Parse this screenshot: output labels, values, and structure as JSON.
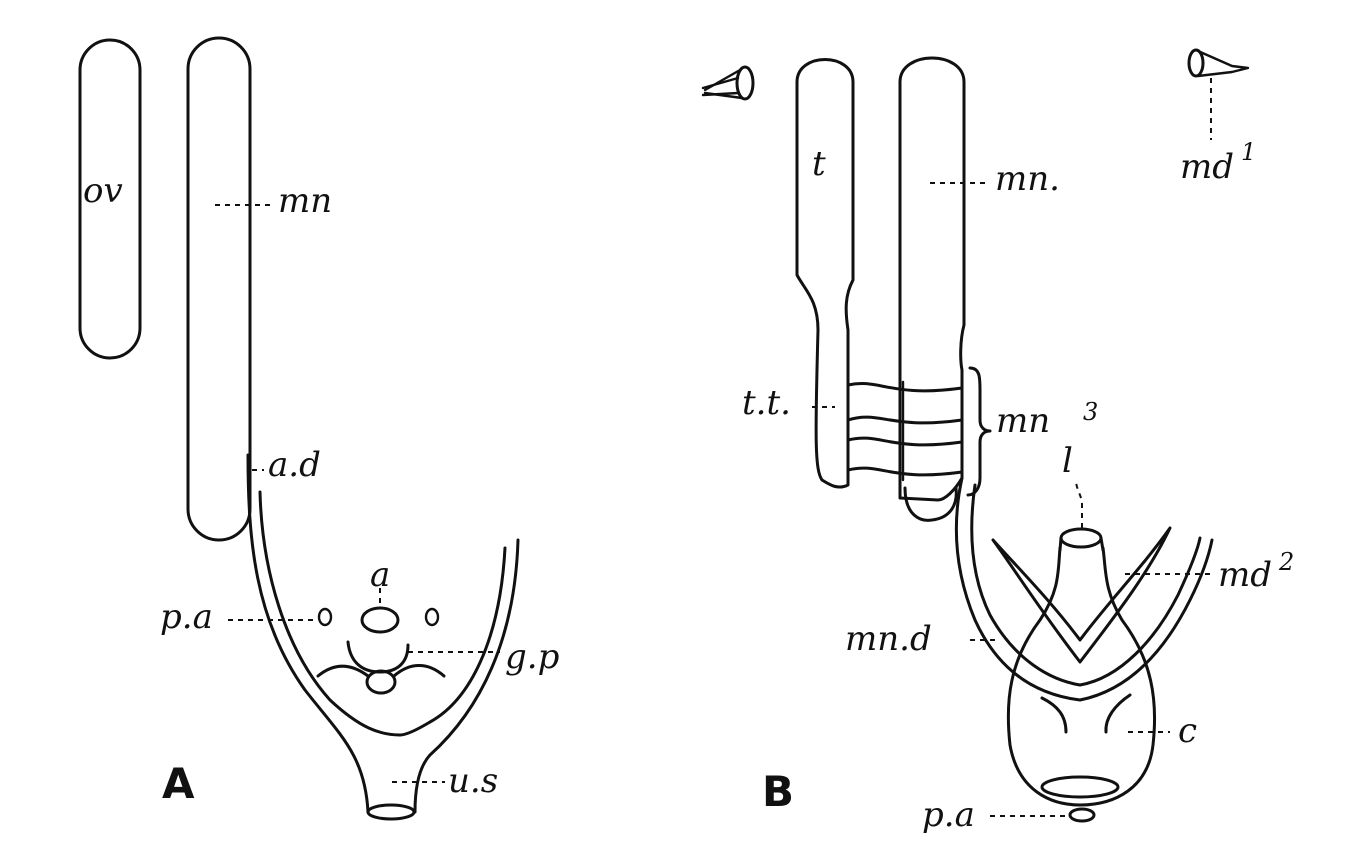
{
  "figure": {
    "panel_a": {
      "panel_label": "A",
      "labels": {
        "ov": "ov",
        "mn": "mn",
        "ad": "a.d",
        "a": "a",
        "pa": "p.a",
        "gp": "g.p",
        "us": "u.s"
      }
    },
    "panel_b": {
      "panel_label": "B",
      "labels": {
        "t": "t",
        "mn": "mn.",
        "md1": "md",
        "md1_sup": "1",
        "tt": "t.t.",
        "mn3": "mn",
        "mn3_sup": "3",
        "l": "l",
        "md2": "md",
        "md2_sup": "2",
        "mnd": "mn.d",
        "c": "c",
        "pa": "p.a"
      }
    }
  }
}
